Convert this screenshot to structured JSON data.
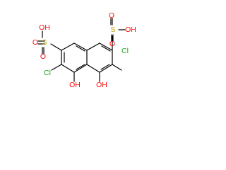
{
  "molecule": {
    "atoms": {
      "s1": "S",
      "o1a": "O",
      "o1b": "O",
      "oh1": "OH",
      "s2": "S",
      "o2a": "O",
      "o2b": "O",
      "oh2": "OH",
      "cl1": "Cl",
      "cl2": "Cl",
      "oh3": "OH",
      "oh4": "OH"
    }
  },
  "colors": {
    "bond": "#000000",
    "chlorine": "#1fa31f",
    "oxygen": "#ff0d0d",
    "sulfur": "#b8a400"
  }
}
